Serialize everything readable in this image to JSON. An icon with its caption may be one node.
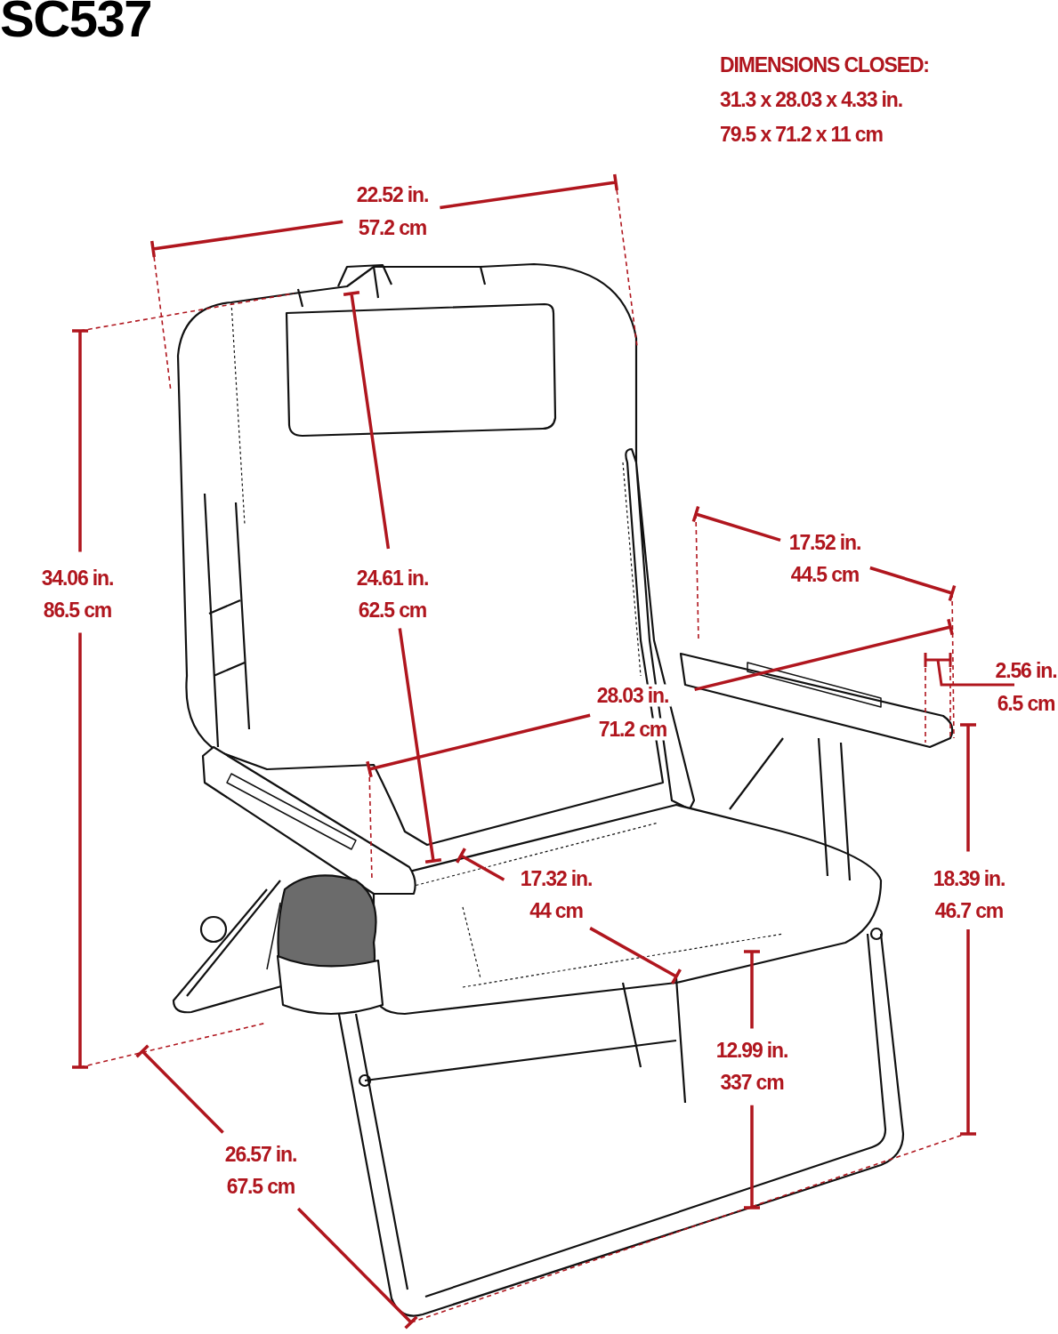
{
  "diagram": {
    "title": "SC537",
    "labels": [
      "DIMENSIONS CLOSED:",
      "31.3 x 28.03 x 4.33 in.",
      "79.5 x 71.2 x 11 cm",
      "22.52 in.",
      "57.2 cm",
      "34.06 in.",
      "86.5 cm",
      "24.61 in.",
      "62.5 cm",
      "17.52 in.",
      "44.5 cm",
      "2.56 in.",
      "6.5 cm",
      "28.03 in.",
      "71.2 cm",
      "17.32 in.",
      "44 cm",
      "18.39 in.",
      "46.7 cm",
      "12.99 in.",
      "337 cm",
      "26.57 in.",
      "67.5 cm"
    ]
  }
}
